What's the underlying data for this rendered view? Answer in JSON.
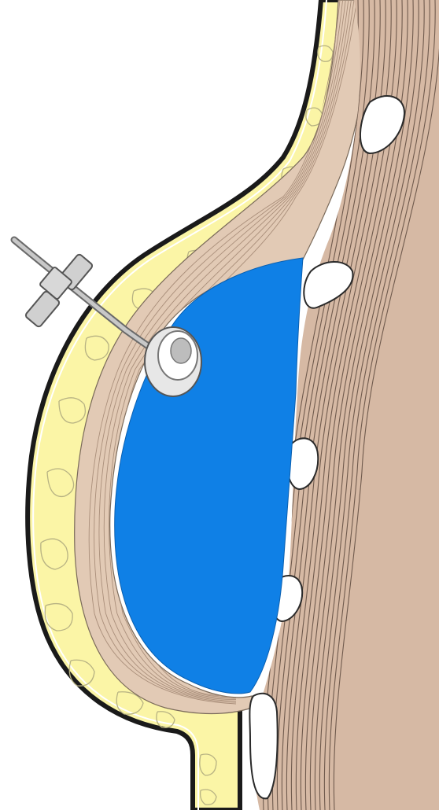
{
  "diagram": {
    "colors": {
      "background": "#ffffff",
      "skin_line": "#1a1a1a",
      "fat": "#fbf5a6",
      "fat_lobule_line": "#b7b283",
      "gland": "#e2cab5",
      "gland_fiber": "#a98e7a",
      "chest_wall": "#d6b9a4",
      "chest_wall_fiber": "#6f5a4d",
      "expander": "#0f80e6",
      "port_ring": "#9a9a9a",
      "tube": "#c8c8c8",
      "rib": "#ffffff"
    },
    "icons": [
      "tissue-expander",
      "injection-port",
      "fill-tube",
      "valve-connector",
      "rib"
    ]
  }
}
